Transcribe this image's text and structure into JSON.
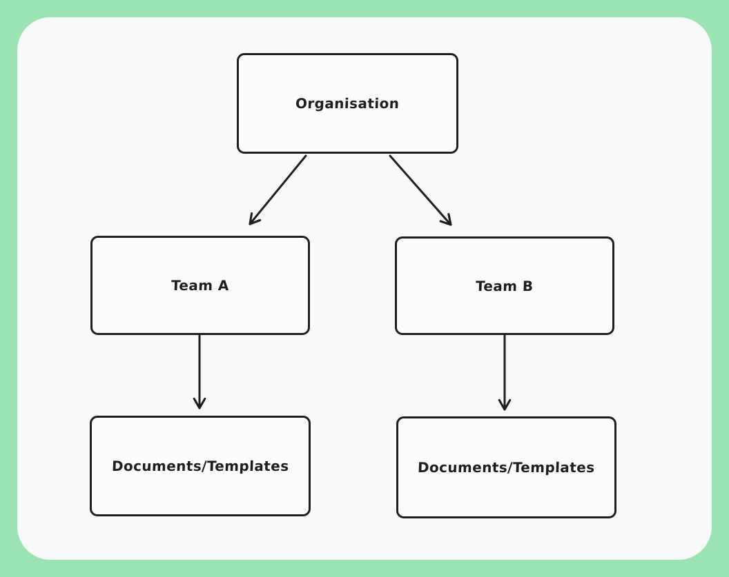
{
  "app": {
    "type": "whiteboard-diagram",
    "style": "hand-drawn"
  },
  "colors": {
    "background_outer": "#9ce3b4",
    "background_canvas": "#f8f9fa",
    "shape_stroke": "#1e1e1e",
    "shape_fill": "#fcfcfd"
  },
  "diagram": {
    "nodes": [
      {
        "id": "organisation",
        "label": "Organisation"
      },
      {
        "id": "team-a",
        "label": "Team A"
      },
      {
        "id": "team-b",
        "label": "Team B"
      },
      {
        "id": "docs-a",
        "label": "Documents/Templates"
      },
      {
        "id": "docs-b",
        "label": "Documents/Templates"
      }
    ],
    "edges": [
      {
        "from": "organisation",
        "to": "team-a",
        "arrowhead": "v-shape"
      },
      {
        "from": "organisation",
        "to": "team-b",
        "arrowhead": "v-shape"
      },
      {
        "from": "team-a",
        "to": "docs-a",
        "arrowhead": "v-shape"
      },
      {
        "from": "team-b",
        "to": "docs-b",
        "arrowhead": "v-shape"
      }
    ]
  }
}
